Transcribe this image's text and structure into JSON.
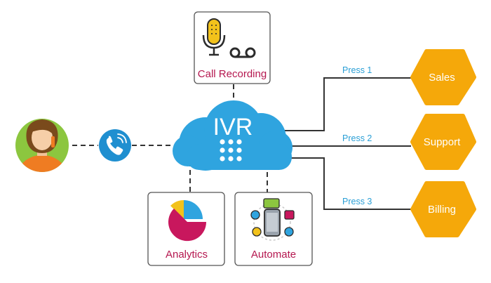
{
  "hub": {
    "label": "IVR"
  },
  "boxes": {
    "call_recording": "Call Recording",
    "analytics": "Analytics",
    "automate": "Automate"
  },
  "branches": [
    {
      "press": "Press 1",
      "target": "Sales"
    },
    {
      "press": "Press 2",
      "target": "Support"
    },
    {
      "press": "Press 3",
      "target": "Billing"
    }
  ],
  "colors": {
    "cloud": "#2fa4df",
    "hex": "#f5a80a",
    "label": "#b5174f",
    "press": "#2a9fd6",
    "avatar_bg": "#8cc63f",
    "phone": "#1f8fd0"
  }
}
